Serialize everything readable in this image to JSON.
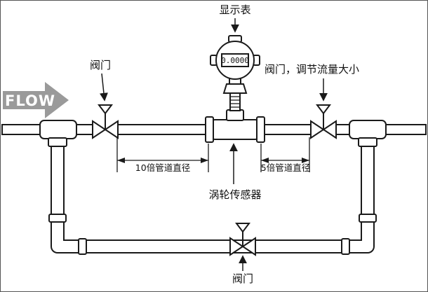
{
  "diagram": {
    "display_meter_label": "显示表",
    "left_valve_label": "阀门",
    "right_valve_label": "阀门，调节流量大小",
    "bottom_valve_label": "阀门",
    "flow_label": "FLOW",
    "upstream_dim_label": "10倍管道直径",
    "downstream_dim_label": "5倍管道直径",
    "sensor_label": "涡轮传感器",
    "display_reading": "0.0000",
    "colors": {
      "line": "#1a1a1a",
      "flow_arrow": "#9a9a9a",
      "background": "#ffffff"
    }
  }
}
